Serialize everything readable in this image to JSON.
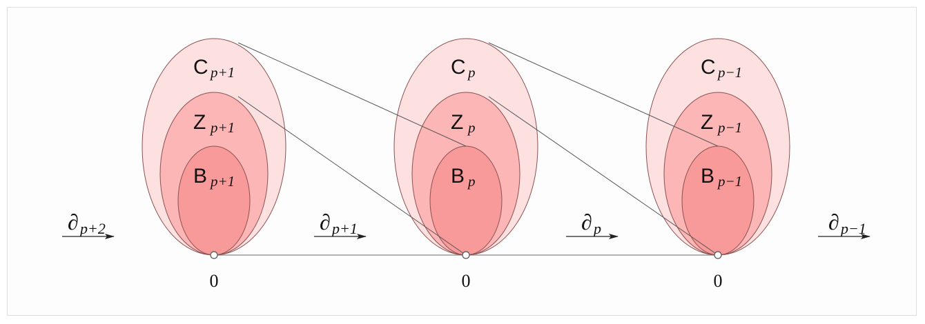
{
  "colors": {
    "outer": "#fde0e0",
    "middle": "#fcb6b6",
    "inner": "#f99a9a",
    "stroke": "#8a5050"
  },
  "groups": [
    {
      "outer_base": "C",
      "outer_sub": "p+1",
      "middle_base": "Z",
      "middle_sub": "p+1",
      "inner_base": "B",
      "inner_sub": "p+1",
      "zero": "0"
    },
    {
      "outer_base": "C",
      "outer_sub": "p",
      "middle_base": "Z",
      "middle_sub": "p",
      "inner_base": "B",
      "inner_sub": "p",
      "zero": "0"
    },
    {
      "outer_base": "C",
      "outer_sub": "p−1",
      "middle_base": "Z",
      "middle_sub": "p−1",
      "inner_base": "B",
      "inner_sub": "p−1",
      "zero": "0"
    }
  ],
  "boundary_maps": [
    {
      "symbol": "∂",
      "sub": "p+2"
    },
    {
      "symbol": "∂",
      "sub": "p+1"
    },
    {
      "symbol": "∂",
      "sub": "p"
    },
    {
      "symbol": "∂",
      "sub": "p−1"
    }
  ]
}
